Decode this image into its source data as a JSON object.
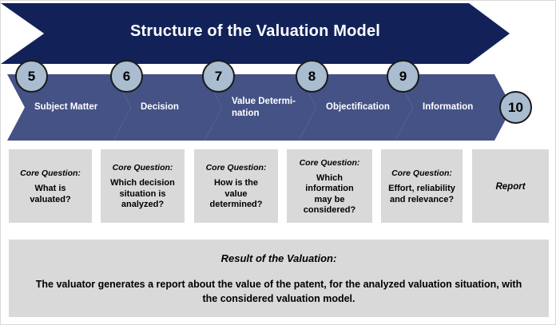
{
  "colors": {
    "banner_navy": "#122259",
    "chevron_blue": "#455286",
    "circle_fill": "#a9bcd0",
    "box_gray": "#d9d9d9",
    "text_white": "#ffffff",
    "text_black": "#000000"
  },
  "banner": {
    "title": "Structure of the Valuation Model"
  },
  "process": {
    "steps": [
      {
        "number": "5",
        "label": "Subject Matter"
      },
      {
        "number": "6",
        "label": "Decision"
      },
      {
        "number": "7",
        "label": "Value Determi-\nnation"
      },
      {
        "number": "8",
        "label": "Objectification"
      },
      {
        "number": "9",
        "label": "Information"
      }
    ],
    "end_marker": {
      "number": "10"
    }
  },
  "question_boxes": [
    {
      "head": "Core Question:",
      "body": "What is\nvaluated?"
    },
    {
      "head": "Core Question:",
      "body": "Which decision\nsituation is\nanalyzed?"
    },
    {
      "head": "Core Question:",
      "body": "How is the\nvalue\ndetermined?"
    },
    {
      "head": "Core Question:",
      "body": "Which\ninformation\nmay be\nconsidered?"
    },
    {
      "head": "Core Question:",
      "body": "Effort, reliability\nand relevance?"
    },
    {
      "head": "Report",
      "body": ""
    }
  ],
  "result": {
    "title": "Result of the Valuation:",
    "body": "The valuator generates a report about the value of the patent, for the analyzed valuation situation, with the considered valuation model."
  }
}
